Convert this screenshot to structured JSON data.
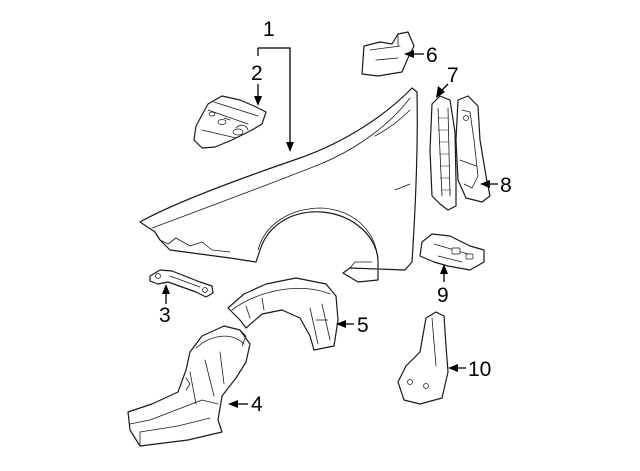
{
  "diagram": {
    "callouts": [
      {
        "number": "1"
      },
      {
        "number": "2"
      },
      {
        "number": "3"
      },
      {
        "number": "4"
      },
      {
        "number": "5"
      },
      {
        "number": "6"
      },
      {
        "number": "7"
      },
      {
        "number": "8"
      },
      {
        "number": "9"
      },
      {
        "number": "10"
      }
    ]
  }
}
